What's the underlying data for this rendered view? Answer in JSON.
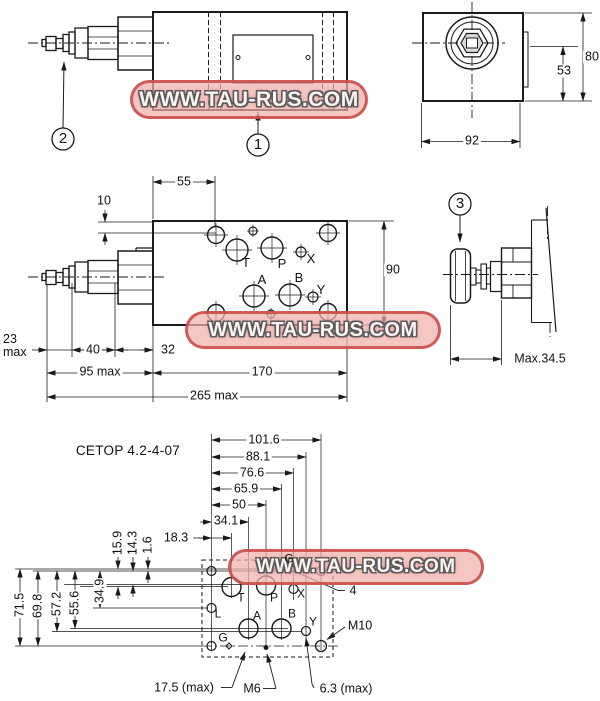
{
  "watermark": {
    "text": "WWW.TAU-RUS.COM"
  },
  "callouts": {
    "item1": "1",
    "item2": "2",
    "item3": "3"
  },
  "end_view": {
    "dim_height": "80",
    "dim_mid": "53",
    "dim_width": "92"
  },
  "top_view": {
    "dims": {
      "d55": "55",
      "d10": "10",
      "d90": "90",
      "d23": "23 max",
      "d40": "40",
      "d32": "32",
      "d95": "95 max",
      "d170": "170",
      "d265": "265 max"
    },
    "ports": {
      "t": "T",
      "p": "P",
      "x": "X",
      "a": "A",
      "b": "B",
      "y": "Y"
    }
  },
  "knob_view": {
    "dim_max": "Max.34.5"
  },
  "pattern": {
    "title": "CETOP 4.2-4-07",
    "h_dims": [
      "101.6",
      "88.1",
      "76.6",
      "65.9",
      "50",
      "34.1",
      "18.3"
    ],
    "v_dims": [
      "71.5",
      "69.8",
      "57.2",
      "55.6",
      "34.9",
      "15.9",
      "14.3",
      "1.6"
    ],
    "ports": {
      "t": "T",
      "p": "P",
      "x": "X",
      "l": "L",
      "a": "A",
      "b": "B",
      "y": "Y",
      "g_top": "G",
      "g_bottom": "G"
    },
    "callout_labels": {
      "dia4": "4",
      "m10": "M10",
      "m6": "M6",
      "max175": "17.5 (max)",
      "max63": "6.3 (max)"
    }
  }
}
